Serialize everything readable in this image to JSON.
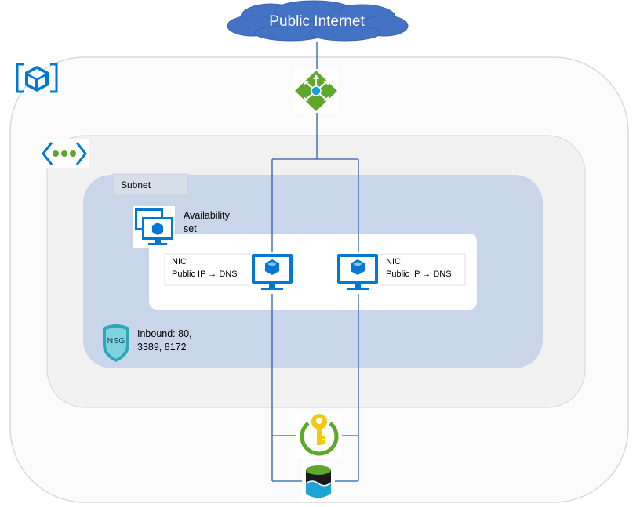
{
  "cloud": {
    "label": "Public Internet"
  },
  "subnet": {
    "label": "Subnet"
  },
  "availability_set": {
    "label_line1": "Availability",
    "label_line2": "set"
  },
  "nic_left": {
    "line1": "NIC",
    "line2": "Public IP → DNS"
  },
  "nic_right": {
    "line1": "NIC",
    "line2": "Public IP → DNS"
  },
  "nsg": {
    "icon_text": "NSG",
    "rule_line1": "Inbound: 80,",
    "rule_line2": "3389, 8172"
  },
  "icons": {
    "resource_group": "resource-group-cube-icon",
    "vnet": "virtual-network-icon",
    "load_balancer": "load-balancer-icon",
    "vm": "virtual-machine-icon",
    "key_vault": "key-vault-icon",
    "storage": "storage-icon"
  },
  "colors": {
    "cloud": "#4472c4",
    "azure_blue": "#0078d4",
    "green": "#5ea72a",
    "line": "#2e5ea8",
    "subnet_fill": "#c9d6ea",
    "region_fill": "#f2f2f2",
    "key_gold": "#f2c811"
  }
}
